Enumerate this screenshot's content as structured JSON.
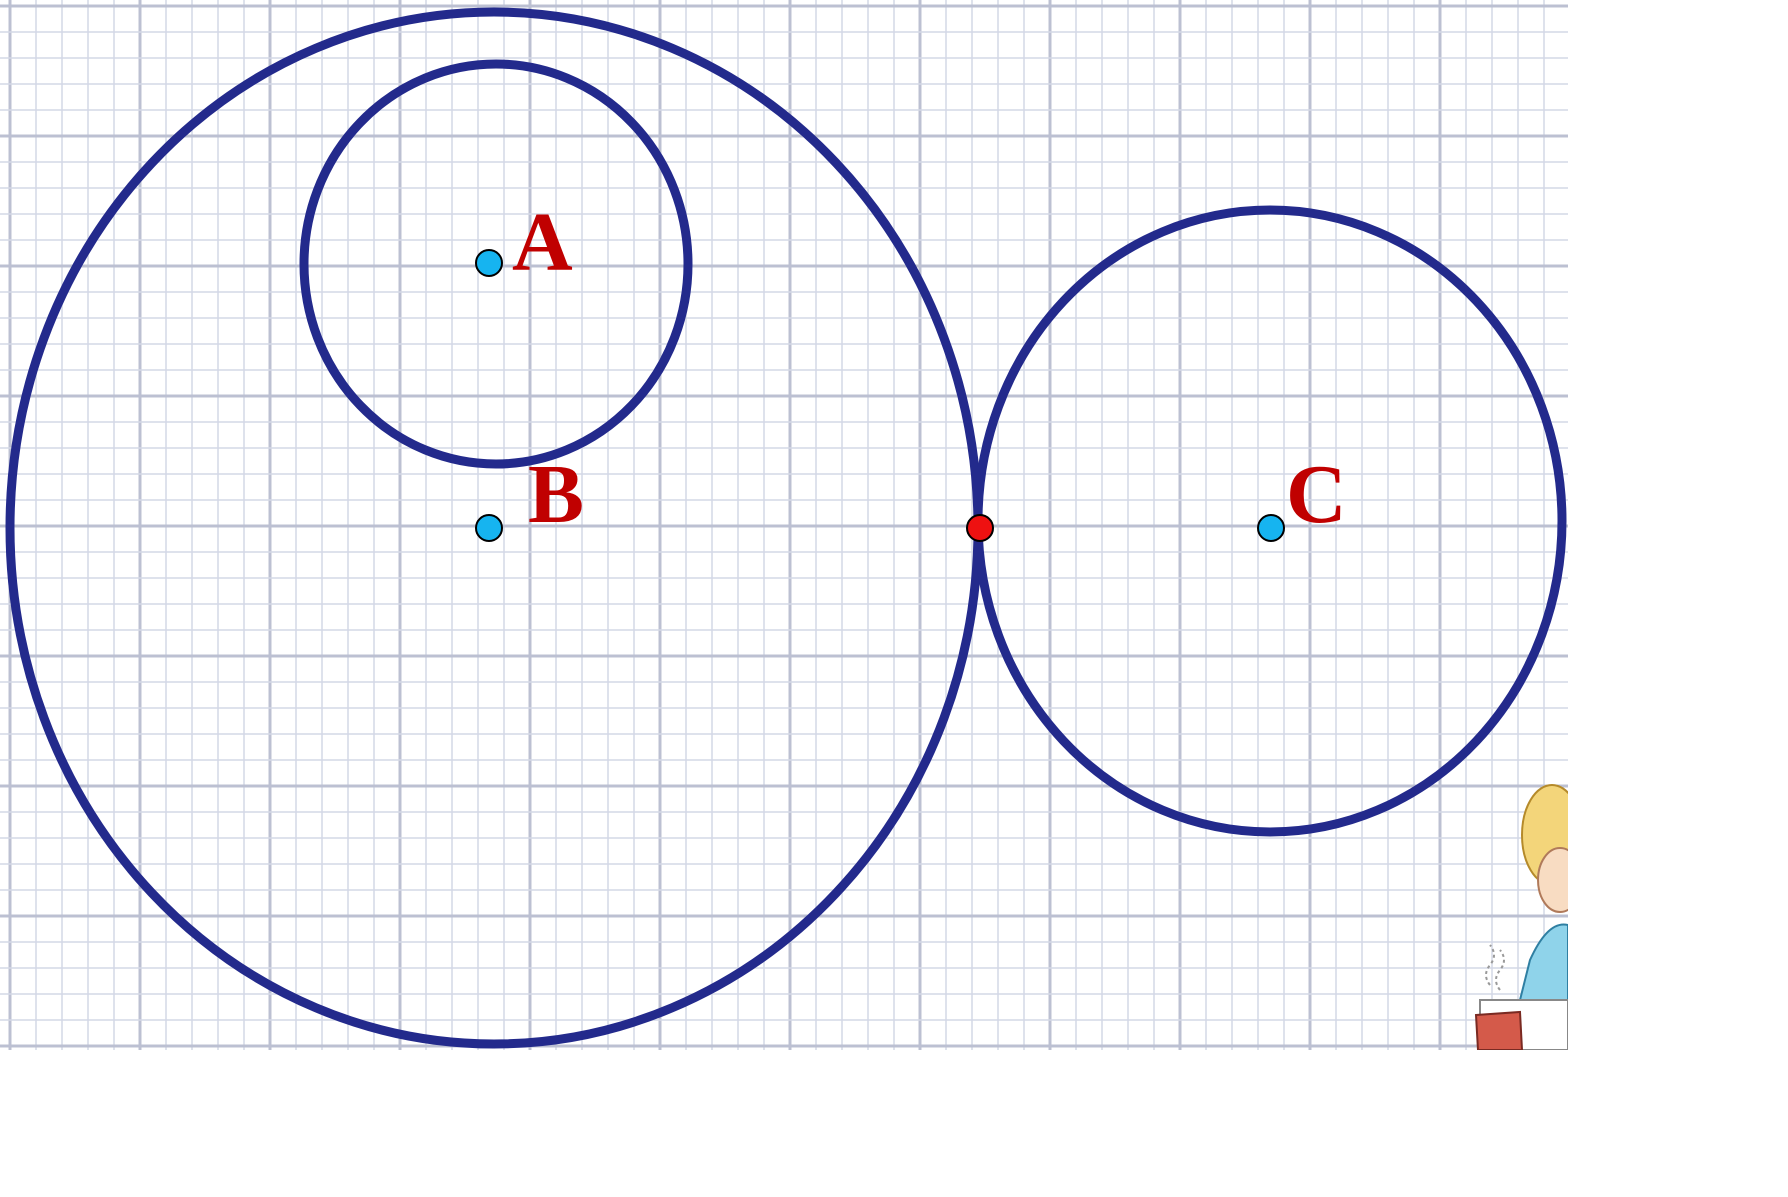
{
  "colors": {
    "background": "#ffffff",
    "grid_minor": "#d4d8e6",
    "grid_major": "#bcc0d2",
    "circle_stroke": "#232a8c",
    "center_point": "#16b4f0",
    "tangent_point": "#ee1111",
    "label": "#c00000"
  },
  "points": {
    "A": {
      "label": "A"
    },
    "B": {
      "label": "B"
    },
    "C": {
      "label": "C"
    }
  },
  "decoration": {
    "icon": "cartoon-child-reading-icon"
  }
}
